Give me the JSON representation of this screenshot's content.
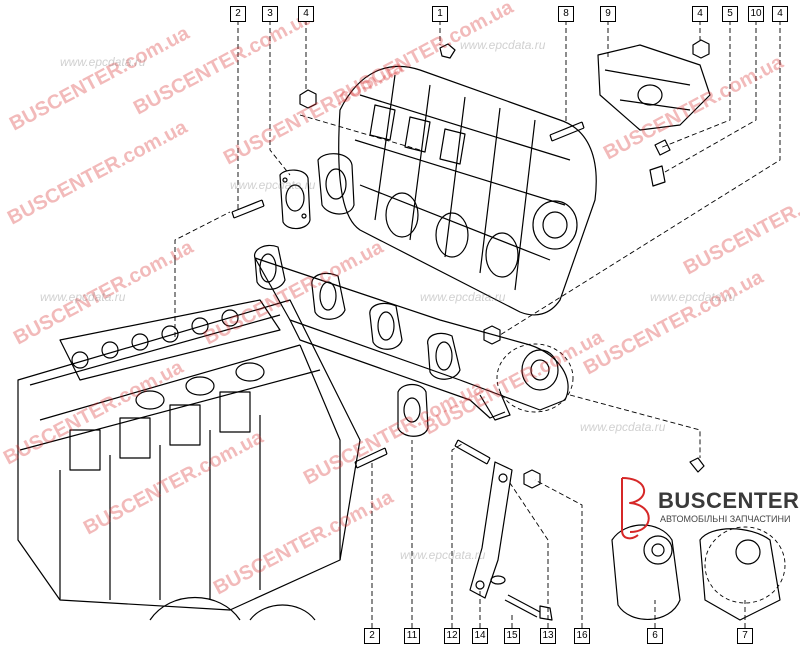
{
  "callouts": {
    "c2_top": "2",
    "c3": "3",
    "c4_left": "4",
    "c1": "1",
    "c8": "8",
    "c9": "9",
    "c4_mid": "4",
    "c5": "5",
    "c10": "10",
    "c4_right": "4",
    "c2_bottom": "2",
    "c11": "11",
    "c12": "12",
    "c14": "14",
    "c15": "15",
    "c13": "13",
    "c16": "16",
    "c6": "6",
    "c7": "7"
  },
  "watermark": {
    "brand": "BUSCENTER.com.ua",
    "brand_short": "BUSCENTER",
    "brand_domain": ".com.ua",
    "site": "www.epcdata.ru"
  },
  "logo": {
    "name": "BUSCENTER",
    "subtitle": "АВТОМОБІЛЬНІ ЗАПЧАСТИНИ"
  },
  "colors": {
    "line": "#000000",
    "watermark": "#d62828",
    "logo_accent": "#d62828"
  }
}
